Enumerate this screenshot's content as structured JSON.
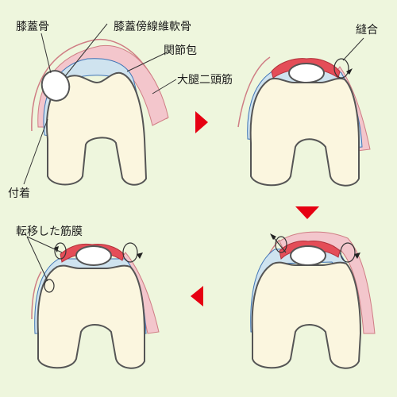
{
  "labels": {
    "patella": "膝蓋骨",
    "retinaculum": "膝蓋傍線維軟骨",
    "capsule": "関節包",
    "biceps": "大腿二頭筋",
    "attachment": "付着",
    "suture": "縫合",
    "transferred_fascia": "転移した筋膜"
  },
  "colors": {
    "background": "#eef6dd",
    "bone": "#fbf6df",
    "outline": "#555555",
    "capsule": "#cfe3ef",
    "capsule_line": "#3f74b6",
    "muscle": "#f3c6cc",
    "muscle_line": "#cf7d84",
    "retinaculum": "#e44d58",
    "arrow": "#e60012"
  }
}
